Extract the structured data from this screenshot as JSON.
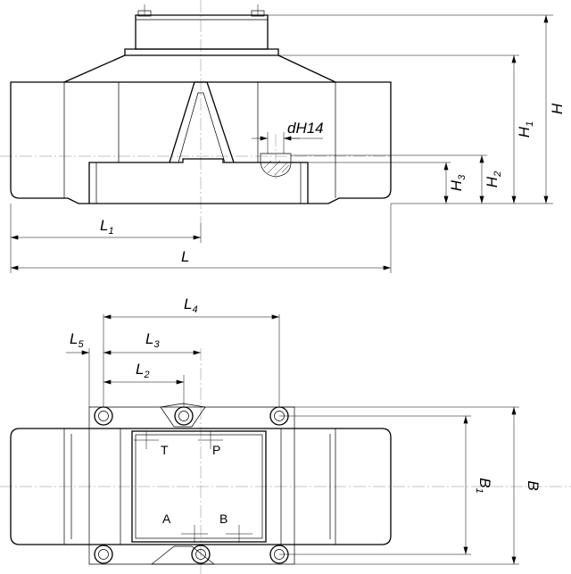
{
  "front_view": {
    "dims": {
      "H": {
        "main": "H",
        "sub": ""
      },
      "H1": {
        "main": "H",
        "sub": "1"
      },
      "H2": {
        "main": "H",
        "sub": "2"
      },
      "H3": {
        "main": "H",
        "sub": "3"
      },
      "L": {
        "main": "L",
        "sub": ""
      },
      "L1": {
        "main": "L",
        "sub": "1"
      },
      "dH14": {
        "main": "dH14",
        "sub": ""
      }
    }
  },
  "top_view": {
    "dims": {
      "B": {
        "main": "B",
        "sub": ""
      },
      "B1": {
        "main": "B",
        "sub": "1"
      },
      "L2": {
        "main": "L",
        "sub": "2"
      },
      "L3": {
        "main": "L",
        "sub": "3"
      },
      "L4": {
        "main": "L",
        "sub": "4"
      },
      "L5": {
        "main": "L",
        "sub": "5"
      }
    },
    "ports": {
      "T": "T",
      "P": "P",
      "A": "A",
      "B": "B"
    }
  }
}
